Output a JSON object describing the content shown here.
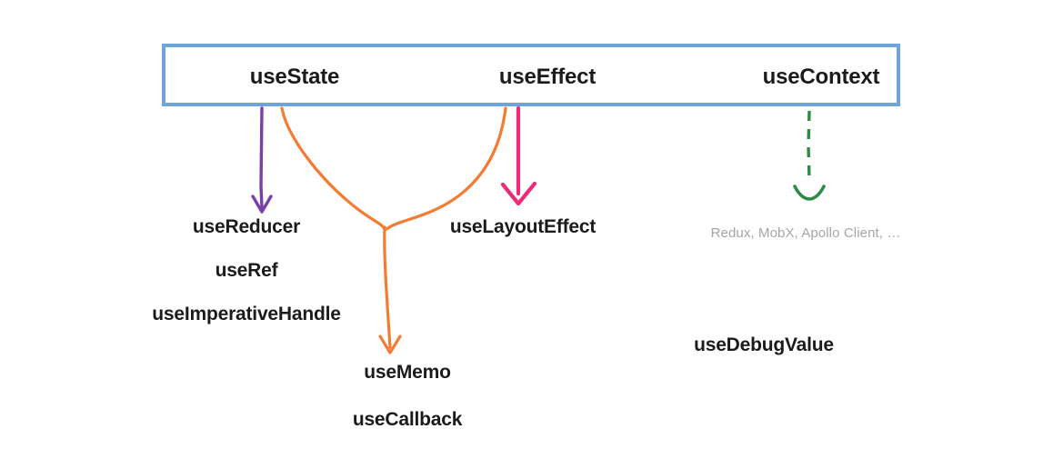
{
  "diagram": {
    "title_box": {
      "border_color": "#6FA4D8",
      "hooks": [
        {
          "id": "usestate",
          "label": "useState"
        },
        {
          "id": "useeffect",
          "label": "useEffect"
        },
        {
          "id": "usecontext",
          "label": "useContext"
        }
      ]
    },
    "related_hooks": [
      {
        "id": "usereducer",
        "label": "useReducer",
        "source": "useState",
        "connector": "purple-arrow"
      },
      {
        "id": "useref",
        "label": "useRef",
        "source": "useState",
        "connector": "purple-arrow"
      },
      {
        "id": "useimperativehandle",
        "label": "useImperativeHandle",
        "source": "useState",
        "connector": "purple-arrow"
      },
      {
        "id": "uselayouteffect",
        "label": "useLayoutEffect",
        "source": "useEffect",
        "connector": "pink-arrow"
      },
      {
        "id": "usememo",
        "label": "useMemo",
        "source": "useState+useEffect",
        "connector": "orange-merge-arrow"
      },
      {
        "id": "usecallback",
        "label": "useCallback",
        "source": "useState+useEffect",
        "connector": "orange-merge-arrow"
      },
      {
        "id": "usedebugvalue",
        "label": "useDebugValue",
        "source": "useContext",
        "connector": "none"
      }
    ],
    "state_libraries": {
      "label": "Redux, MobX, Apollo Client, …",
      "source": "useContext",
      "connector": "green-dashed-arrow",
      "color": "#a6a6a6"
    },
    "connectors": [
      {
        "id": "purple-arrow",
        "color": "#7B3FA8",
        "style": "solid",
        "head": "v-arrow"
      },
      {
        "id": "orange-merge-arrow",
        "color": "#F47B32",
        "style": "solid",
        "head": "v-arrow"
      },
      {
        "id": "pink-arrow",
        "color": "#EE2A7B",
        "style": "solid",
        "head": "v-arrow"
      },
      {
        "id": "green-dashed-arrow",
        "color": "#2E8B46",
        "style": "dashed",
        "head": "u-curve"
      }
    ]
  }
}
